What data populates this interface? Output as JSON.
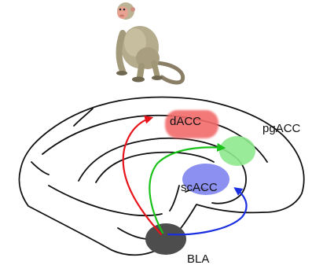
{
  "labels": {
    "dacc": "dACC",
    "pgacc": "pgACC",
    "scacc": "scACC",
    "bla": "BLA"
  },
  "colors": {
    "dacc_region": "#f26a6a",
    "pgacc_region": "#8ee88e",
    "scacc_region": "#7f84ee",
    "bla_region": "#4d4d4d",
    "arrow_to_dacc": "#e8141b",
    "arrow_to_pgacc": "#19c219",
    "arrow_to_scacc": "#1a2fe0",
    "outline": "#111111"
  },
  "icons": {
    "monkey": "rhesus-macaque-illustration"
  }
}
